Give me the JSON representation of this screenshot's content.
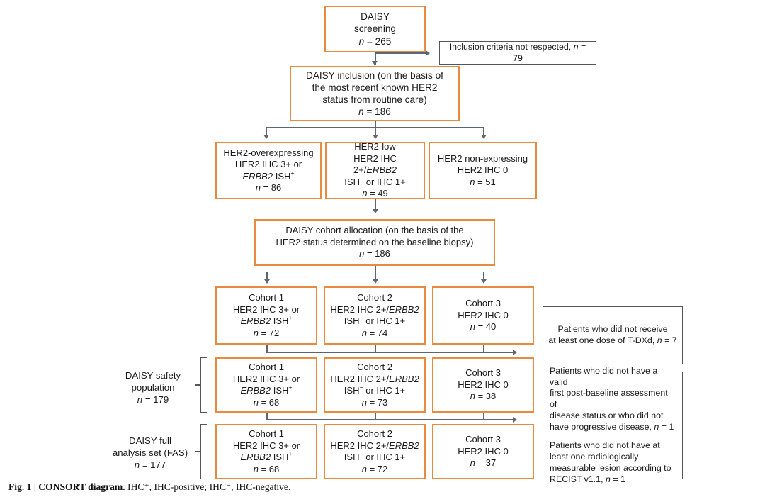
{
  "figure": {
    "caption_label": "Fig. 1 | CONSORT diagram.",
    "caption_text": " IHC⁺, IHC-positive; IHC⁻, IHC-negative.",
    "accent_color": "#ea8a3e",
    "connector_color": "#5a6672",
    "annotation_border_color": "#53565a"
  },
  "nodes": {
    "screening": {
      "line1": "DAISY",
      "line2": "screening",
      "n_label": "n",
      "n_value": "= 265"
    },
    "exclusion_screening": {
      "text": "Inclusion criteria not respected, ",
      "n_label": "n",
      "n_value": "= 79"
    },
    "inclusion": {
      "line1": "DAISY inclusion (on the basis of",
      "line2": "the most recent known HER2",
      "line3": "status from routine care)",
      "n_label": "n",
      "n_value": "= 186"
    },
    "her2_groups": [
      {
        "line1": "HER2-overexpressing",
        "line2": "HER2 IHC 3+ or",
        "gene": "ERBB2",
        "assay": " ISH",
        "sign": "+",
        "n_label": "n",
        "n_value": "= 86"
      },
      {
        "line1": "HER2-low",
        "line2a": "HER2 IHC 2+/",
        "gene": "ERBB2",
        "line3a": "ISH",
        "sign": "−",
        "line3b": " or IHC 1+",
        "n_label": "n",
        "n_value": "= 49"
      },
      {
        "line1": "HER2 non-expressing",
        "line2": "HER2 IHC 0",
        "n_label": "n",
        "n_value": "= 51"
      }
    ],
    "allocation": {
      "line1": "DAISY cohort allocation (on the basis of the",
      "line2": "HER2 status determined on the baseline biopsy)",
      "n_label": "n",
      "n_value": "= 186"
    },
    "cohort_rows": [
      {
        "row_id": "allocated",
        "cohorts": [
          {
            "title": "Cohort 1",
            "line2": "HER2 IHC 3+ or",
            "gene": "ERBB2",
            "assay": " ISH",
            "sign": "+",
            "n_label": "n",
            "n_value": "= 72"
          },
          {
            "title": "Cohort 2",
            "line2a": "HER2 IHC 2+/",
            "gene": "ERBB2",
            "line3a": "ISH",
            "sign": "−",
            "line3b": " or IHC 1+",
            "n_label": "n",
            "n_value": "= 74"
          },
          {
            "title": "Cohort 3",
            "line2": "HER2 IHC 0",
            "n_label": "n",
            "n_value": "= 40"
          }
        ]
      },
      {
        "row_id": "safety",
        "cohorts": [
          {
            "title": "Cohort 1",
            "line2": "HER2 IHC 3+ or",
            "gene": "ERBB2",
            "assay": " ISH",
            "sign": "+",
            "n_label": "n",
            "n_value": "= 68"
          },
          {
            "title": "Cohort 2",
            "line2a": "HER2 IHC 2+/",
            "gene": "ERBB2",
            "line3a": "ISH",
            "sign": "−",
            "line3b": " or IHC 1+",
            "n_label": "n",
            "n_value": "= 73"
          },
          {
            "title": "Cohort 3",
            "line2": "HER2 IHC 0",
            "n_label": "n",
            "n_value": "= 38"
          }
        ]
      },
      {
        "row_id": "fas",
        "cohorts": [
          {
            "title": "Cohort 1",
            "line2": "HER2 IHC 3+ or",
            "gene": "ERBB2",
            "assay": " ISH",
            "sign": "+",
            "n_label": "n",
            "n_value": "= 68"
          },
          {
            "title": "Cohort 2",
            "line2a": "HER2 IHC 2+/",
            "gene": "ERBB2",
            "line3a": "ISH",
            "sign": "−",
            "line3b": " or IHC 1+",
            "n_label": "n",
            "n_value": "= 72"
          },
          {
            "title": "Cohort 3",
            "line2": "HER2 IHC 0",
            "n_label": "n",
            "n_value": "= 37"
          }
        ]
      }
    ],
    "side_labels": [
      {
        "line1": "DAISY safety",
        "line2": "population",
        "n_label": "n",
        "n_value": "= 179"
      },
      {
        "line1": "DAISY full",
        "line2": "analysis set (FAS)",
        "n_label": "n",
        "n_value": "= 177"
      }
    ],
    "exclusion_boxes": [
      {
        "id": "no-dose",
        "line1": "Patients who did not receive",
        "line2": "at least one dose of T-DXd, ",
        "n_label": "n",
        "n_value": "= 7"
      },
      {
        "id": "no-assessment",
        "line1": "Patients who did not have a valid",
        "line2": "first post-baseline assessment of",
        "line3": "disease status or who did not",
        "line4": "have progressive disease, ",
        "n_label": "n",
        "n_value": "= 1"
      },
      {
        "id": "no-measurable-lesion",
        "line1": "Patients who did not have at",
        "line2": "least one radiologically",
        "line3": "measurable lesion according to",
        "line4": "RECIST v1.1, ",
        "n_label": "n",
        "n_value": "= 1"
      }
    ]
  }
}
